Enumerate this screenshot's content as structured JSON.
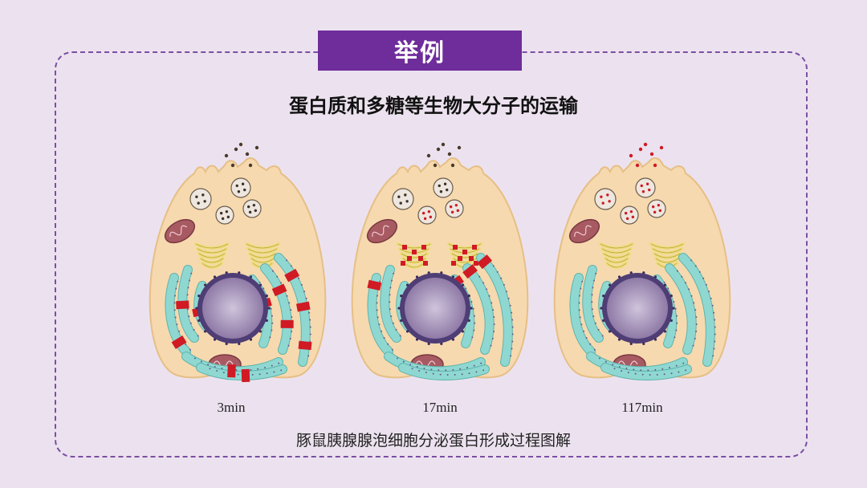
{
  "badge": {
    "label": "举例"
  },
  "heading": "蛋白质和多糖等生物大分子的运输",
  "panels": [
    {
      "time_label": "3min"
    },
    {
      "time_label": "17min"
    },
    {
      "time_label": "117min"
    }
  ],
  "caption": "豚鼠胰腺腺泡细胞分泌蛋白形成过程图解",
  "colors": {
    "background": "#ece2ef",
    "frame": "#7a4fa3",
    "badge": "#6f2c9b",
    "cytoplasm": "#f6d9ae",
    "cell_outline": "#e6bf86",
    "er": "#8fd8d2",
    "labeled_protein": "#d01a24",
    "nucleus": "#8f7aa6",
    "mitochondria": "#a85a63",
    "golgi": "#eedd7c"
  }
}
